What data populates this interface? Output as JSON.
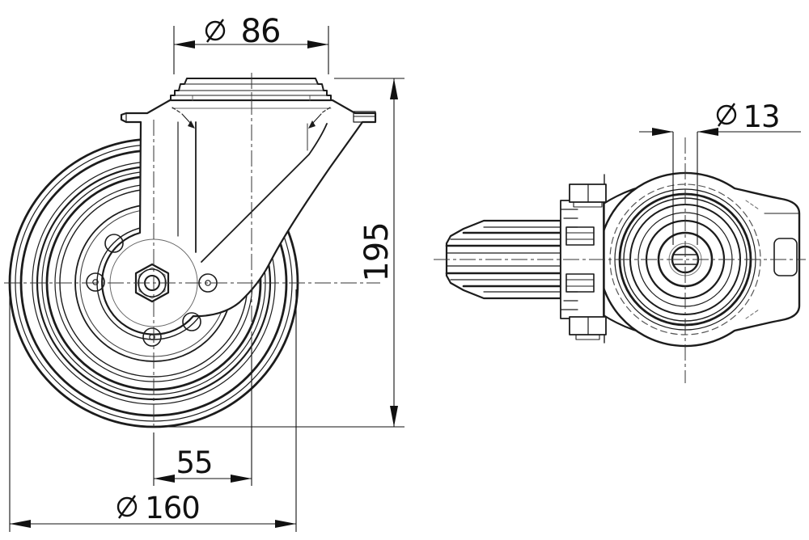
{
  "drawing": {
    "type": "technical-drawing",
    "subject": "swivel caster wheel, two orthographic views",
    "colors": {
      "background": "#ffffff",
      "line": "#1c1c1c",
      "thin_line": "#555555"
    },
    "views": [
      {
        "id": "side-view",
        "description": "side view of swivel caster with bolt-hole fitting"
      },
      {
        "id": "top-view",
        "description": "top view of swivel caster showing wheel tread and swivel plate"
      }
    ],
    "dimensions": {
      "plate_diameter": {
        "symbol": "diameter",
        "value": "86"
      },
      "overall_height": {
        "symbol": "none",
        "value": "195"
      },
      "swivel_offset": {
        "symbol": "none",
        "value": "55"
      },
      "wheel_diameter": {
        "symbol": "diameter",
        "value": "160"
      },
      "bolt_hole_diameter": {
        "symbol": "diameter",
        "value": "13"
      }
    }
  }
}
